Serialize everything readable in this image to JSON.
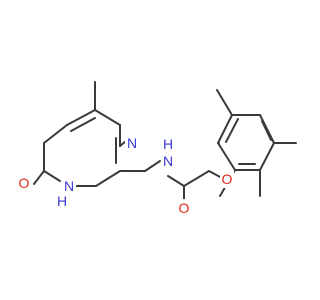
{
  "colors": {
    "carbon_bond": "#3a3a3a",
    "nitrogen": "#3a3ad8",
    "oxygen": "#e0281a",
    "background": "#ffffff"
  },
  "labels": {
    "ring_oxygen": "O",
    "ring_nh_n": "N",
    "ring_nh_h": "H",
    "ring_n_upper": "N",
    "amide_n": "N",
    "amide_h": "H",
    "carbonyl_o": "O",
    "ether_o": "O"
  }
}
